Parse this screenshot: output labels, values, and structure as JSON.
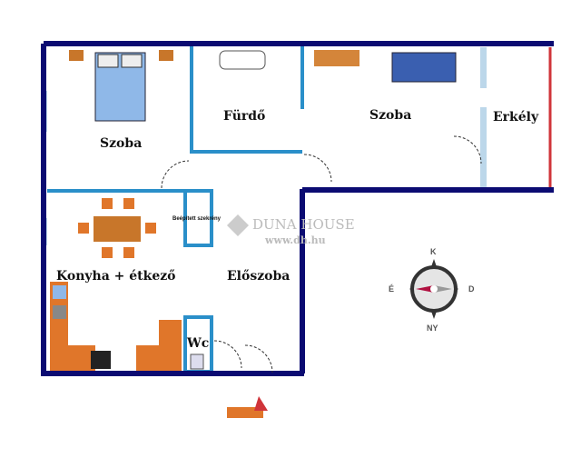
{
  "rooms": {
    "bedroom": "Szoba",
    "bathroom": "Fürdő",
    "living_room": "Szoba",
    "balcony": "Erkély",
    "kitchen": "Konyha + étkező",
    "hallway": "Előszoba",
    "wc": "Wc",
    "wardrobe": "Beépített szekrény"
  },
  "watermark": {
    "brand": "DUNA HOUSE",
    "url": "www.dh.hu"
  },
  "compass": {
    "north": "K",
    "south": "NY",
    "east": "D",
    "west": "É"
  },
  "colors": {
    "outer_wall": "#0b0b72",
    "inner_wall": "#2a8fc9",
    "balcony_rail": "#d0343a",
    "furniture": "#e0762a",
    "sofa": "#3a5fb0",
    "bed": "#8fb8e8"
  }
}
